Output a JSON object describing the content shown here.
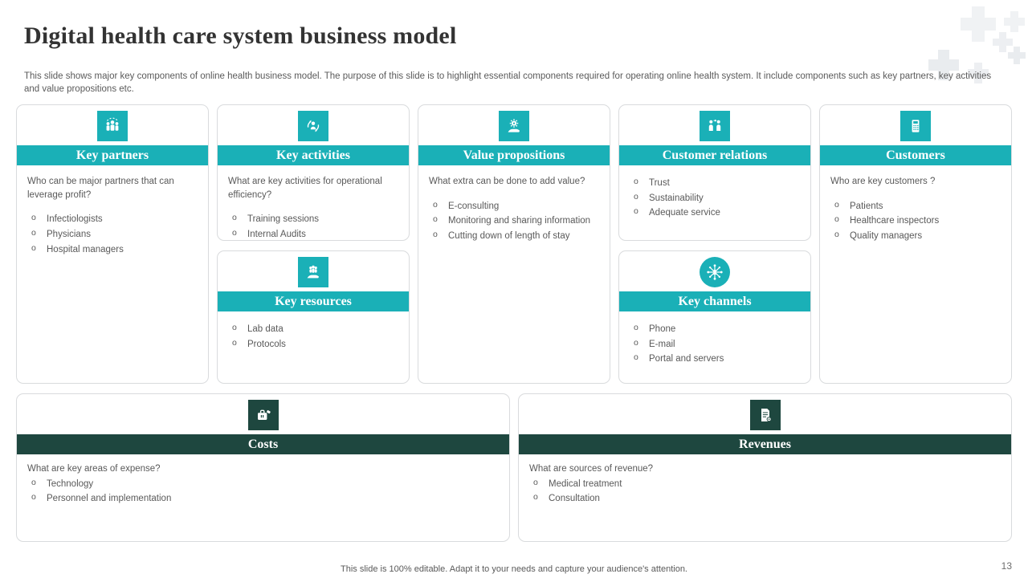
{
  "slide": {
    "title": "Digital health care system business model",
    "subtitle": "This slide shows major key components of online health business model. The purpose of this slide is to highlight essential components required for operating online health system. It include components such as key partners, key activities and value propositions etc.",
    "footer": "This slide is 100% editable. Adapt it to your needs and capture your audience's attention.",
    "page_number": "13"
  },
  "colors": {
    "teal_accent": "#1ab0b7",
    "dark_green_accent": "#1e473f",
    "card_border": "#d9dbdd",
    "body_text": "#595959"
  },
  "icons": {
    "key_partners": "group-people-icon",
    "key_activities": "person-sync-arrows-icon",
    "key_resources": "hand-holding-people-icon",
    "value_propositions": "hand-holding-gear-icon",
    "customer_relations": "two-people-exchange-icon",
    "key_channels": "network-hub-icon",
    "customers": "calculator-icon",
    "costs": "briefcase-tag-icon",
    "revenues": "invoice-coin-icon",
    "decoration": "medical-crosses-pattern"
  },
  "cards": {
    "key_partners": {
      "title": "Key partners",
      "question": "Who can be major partners that can leverage profit?",
      "bullets": [
        "Infectiologists",
        "Physicians",
        "Hospital managers"
      ]
    },
    "key_activities": {
      "title": "Key activities",
      "question": "What are key activities for operational efficiency?",
      "bullets": [
        "Training sessions",
        "Internal Audits"
      ]
    },
    "key_resources": {
      "title": "Key resources",
      "bullets": [
        "Lab data",
        "Protocols"
      ]
    },
    "value_propositions": {
      "title": "Value propositions",
      "question": "What extra can be done to add value?",
      "bullets": [
        "E-consulting",
        "Monitoring and sharing information",
        "Cutting down of length of stay"
      ]
    },
    "customer_relations": {
      "title": "Customer relations",
      "bullets": [
        "Trust",
        "Sustainability",
        "Adequate service"
      ]
    },
    "key_channels": {
      "title": "Key channels",
      "bullets": [
        "Phone",
        "E-mail",
        "Portal and servers"
      ]
    },
    "customers": {
      "title": "Customers",
      "question": "Who are key customers ?",
      "bullets": [
        "Patients",
        "Healthcare inspectors",
        "Quality managers"
      ]
    },
    "costs": {
      "title": "Costs",
      "question": "What are key areas of expense?",
      "bullets": [
        "Technology",
        "Personnel and implementation"
      ]
    },
    "revenues": {
      "title": "Revenues",
      "question": "What are sources of revenue?",
      "bullets": [
        "Medical treatment",
        "Consultation"
      ]
    }
  }
}
